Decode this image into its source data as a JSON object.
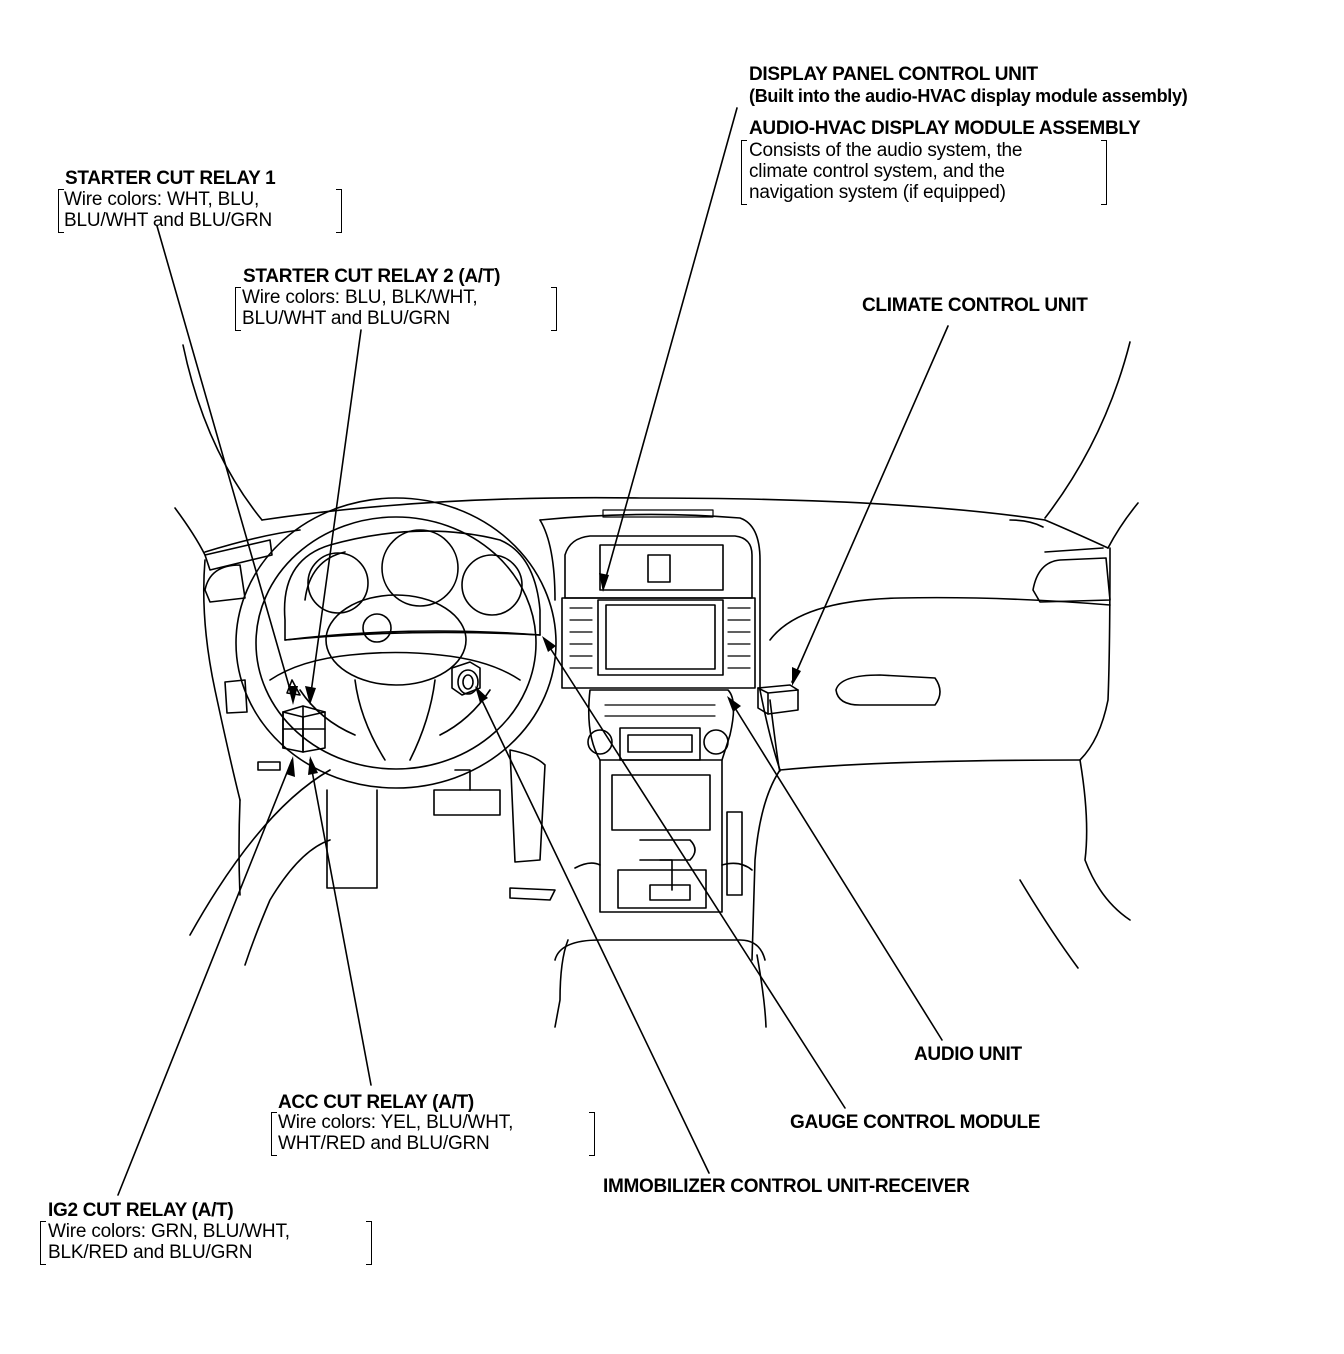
{
  "labels": {
    "starter_cut_relay_1": {
      "title": "STARTER CUT RELAY 1",
      "note": [
        "Wire colors: WHT, BLU,",
        "BLU/WHT and BLU/GRN"
      ]
    },
    "starter_cut_relay_2": {
      "title": "STARTER CUT RELAY 2 (A/T)",
      "note": [
        "Wire colors: BLU, BLK/WHT,",
        "BLU/WHT and BLU/GRN"
      ]
    },
    "display_panel_control_unit": {
      "title": "DISPLAY PANEL CONTROL UNIT",
      "subtitle": "(Built into the audio-HVAC display module assembly)"
    },
    "audio_hvac_display_module": {
      "title": "AUDIO-HVAC DISPLAY MODULE ASSEMBLY",
      "note": [
        "Consists of the audio system, the",
        "climate control system, and the",
        "navigation system (if equipped)"
      ]
    },
    "climate_control_unit": {
      "title": "CLIMATE CONTROL UNIT"
    },
    "audio_unit": {
      "title": "AUDIO UNIT"
    },
    "gauge_control_module": {
      "title": "GAUGE CONTROL MODULE"
    },
    "immobilizer": {
      "title": "IMMOBILIZER CONTROL UNIT-RECEIVER"
    },
    "acc_cut_relay": {
      "title": "ACC CUT RELAY (A/T)",
      "note": [
        "Wire colors: YEL, BLU/WHT,",
        "WHT/RED and BLU/GRN"
      ]
    },
    "ig2_cut_relay": {
      "title": "IG2 CUT RELAY (A/T)",
      "note": [
        "Wire colors: GRN, BLU/WHT,",
        "BLK/RED and BLU/GRN"
      ]
    }
  }
}
